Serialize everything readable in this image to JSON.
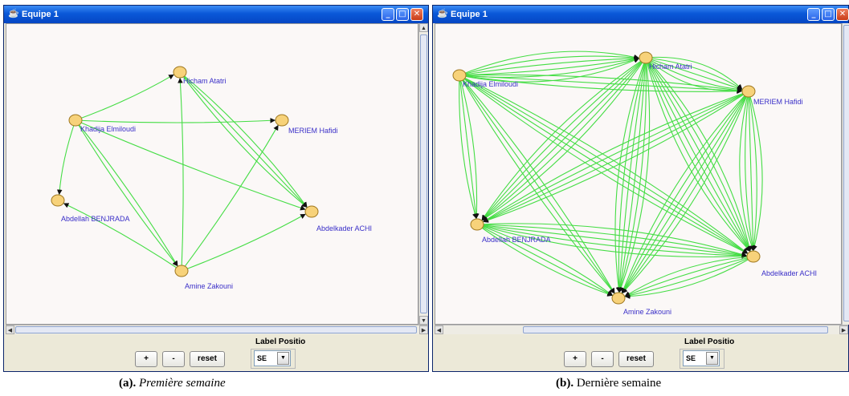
{
  "windows": [
    {
      "id": "a",
      "title": "Equipe 1",
      "graph": {
        "nodes": [
          {
            "name": "Hicham Atatri"
          },
          {
            "name": "Khadija Elmiloudi"
          },
          {
            "name": "MERIEM Hafidi"
          },
          {
            "name": "Abdellah BENJRADA"
          },
          {
            "name": "Abdelkader ACHI"
          },
          {
            "name": "Amine Zakouni"
          }
        ],
        "edges": [
          [
            "Khadija Elmiloudi",
            "Hicham Atatri",
            1
          ],
          [
            "Khadija Elmiloudi",
            "MERIEM Hafidi",
            1
          ],
          [
            "Khadija Elmiloudi",
            "Abdellah BENJRADA",
            1
          ],
          [
            "Khadija Elmiloudi",
            "Amine Zakouni",
            2
          ],
          [
            "Khadija Elmiloudi",
            "Abdelkader ACHI",
            1
          ],
          [
            "Hicham Atatri",
            "Abdelkader ACHI",
            3
          ],
          [
            "Amine Zakouni",
            "Hicham Atatri",
            1
          ],
          [
            "Amine Zakouni",
            "Abdellah BENJRADA",
            1
          ],
          [
            "Amine Zakouni",
            "Abdelkader ACHI",
            1
          ],
          [
            "Amine Zakouni",
            "MERIEM Hafidi",
            1
          ]
        ]
      },
      "controls": {
        "plus": "+",
        "minus": "-",
        "reset": "reset",
        "label_position_label": "Label Positio",
        "label_position_value": "SE"
      }
    },
    {
      "id": "b",
      "title": "Equipe 1",
      "graph": {
        "nodes": [
          {
            "name": "Khadija Elmiloudi"
          },
          {
            "name": "Hicham Atatri"
          },
          {
            "name": "MERIEM Hafidi"
          },
          {
            "name": "Abdellah BENJRADA"
          },
          {
            "name": "Abdelkader ACHI"
          },
          {
            "name": "Amine Zakouni"
          }
        ],
        "edges": [
          [
            "Khadija Elmiloudi",
            "Hicham Atatri",
            6
          ],
          [
            "Khadija Elmiloudi",
            "MERIEM Hafidi",
            3
          ],
          [
            "Khadija Elmiloudi",
            "Abdellah BENJRADA",
            3
          ],
          [
            "Khadija Elmiloudi",
            "Abdelkader ACHI",
            4
          ],
          [
            "Khadija Elmiloudi",
            "Amine Zakouni",
            3
          ],
          [
            "Hicham Atatri",
            "MERIEM Hafidi",
            5
          ],
          [
            "Hicham Atatri",
            "Abdellah BENJRADA",
            5
          ],
          [
            "Hicham Atatri",
            "Abdelkader ACHI",
            6
          ],
          [
            "Hicham Atatri",
            "Amine Zakouni",
            6
          ],
          [
            "MERIEM Hafidi",
            "Abdellah BENJRADA",
            4
          ],
          [
            "MERIEM Hafidi",
            "Abdelkader ACHI",
            5
          ],
          [
            "MERIEM Hafidi",
            "Amine Zakouni",
            5
          ],
          [
            "Abdellah BENJRADA",
            "Abdelkader ACHI",
            5
          ],
          [
            "Abdellah BENJRADA",
            "Amine Zakouni",
            3
          ],
          [
            "Abdelkader ACHI",
            "Amine Zakouni",
            4
          ]
        ]
      },
      "controls": {
        "plus": "+",
        "minus": "-",
        "reset": "reset",
        "label_position_label": "Label Positio",
        "label_position_value": "SE"
      }
    }
  ],
  "captions": [
    {
      "tag": "(a).",
      "text": "Première semaine"
    },
    {
      "tag": "(b).",
      "text": "Dernière semaine"
    }
  ],
  "colors": {
    "edge": "#44dd44",
    "node_fill": "#f7d27a",
    "node_stroke": "#a07820",
    "label": "#3a2fc8",
    "titlebar": "#0a58d8",
    "canvas": "#fbf8f7"
  },
  "icons": [
    "app-icon",
    "minimize-icon",
    "maximize-icon",
    "close-icon",
    "scroll-up-arrow-icon",
    "scroll-down-arrow-icon",
    "scroll-left-arrow-icon",
    "scroll-right-arrow-icon",
    "dropdown-arrow-icon"
  ]
}
